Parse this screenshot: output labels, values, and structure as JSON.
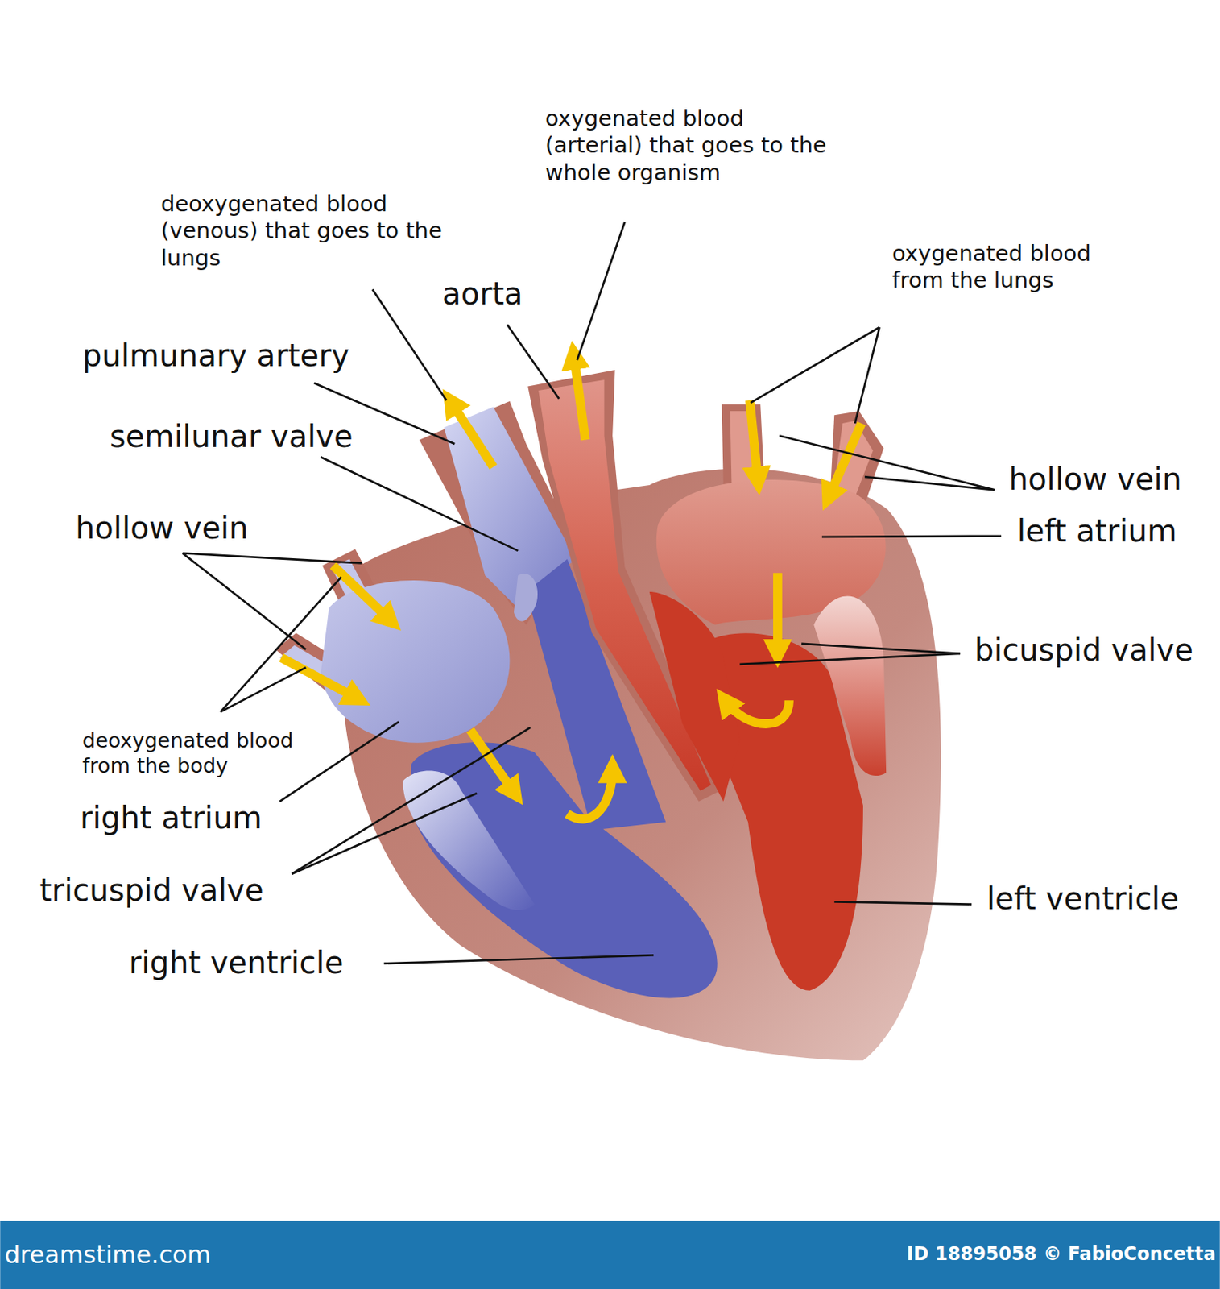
{
  "diagram": {
    "labels": [
      "oxygenated blood (arterial) that goes to the whole organism",
      "deoxygenated blood (venous) that goes to the lungs",
      "aorta",
      "oxygenated blood from the lungs",
      "pulmunary artery",
      "semilunar valve",
      "hollow vein",
      "left atrium",
      "hollow vein",
      "bicuspid valve",
      "deoxygenated blood from the body",
      "right atrium",
      "left ventricle",
      "tricuspid valve",
      "right ventricle",
      "dreamstime.com",
      "ID 18895058 © FabioConcetta"
    ]
  }
}
